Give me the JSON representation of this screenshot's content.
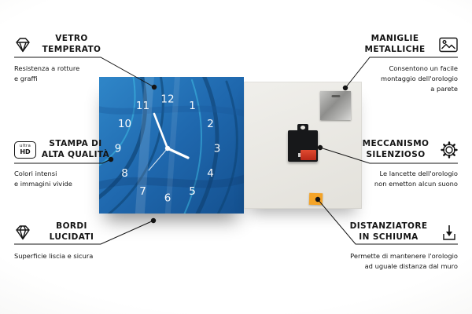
{
  "clock": {
    "numerals": [
      "1",
      "2",
      "3",
      "4",
      "5",
      "6",
      "7",
      "8",
      "9",
      "10",
      "11",
      "12"
    ]
  },
  "colors": {
    "clock_blue": "#1f68ae",
    "foam_orange": "#f4a428",
    "battery_red": "#c83020",
    "line_black": "#141414",
    "back_panel": "#e9e7e1"
  },
  "features": [
    {
      "id": "vetro-temperato",
      "icon": "diamond-icon",
      "title1": "VETRO",
      "title2": "TEMPERATO",
      "desc1": "Resistenza a rotture",
      "desc2": "e graffi"
    },
    {
      "id": "stampa-alta-qualita",
      "icon": "ultra-hd-icon",
      "icon_text1": "ultra",
      "icon_text2": "HD",
      "title1": "STAMPA DI",
      "title2": "ALTA QUALITÀ",
      "desc1": "Colori intensi",
      "desc2": "e immagini vivide"
    },
    {
      "id": "bordi-lucidati",
      "icon": "gem-icon",
      "title1": "BORDI",
      "title2": "LUCIDATI",
      "desc1": "Superficie liscia e sicura"
    },
    {
      "id": "maniglie-metalliche",
      "icon": "picture-icon",
      "title1": "MANIGLIE",
      "title2": "METALLICHE",
      "desc1": "Consentono un facile",
      "desc2": "montaggio dell'orologio",
      "desc3": "a parete"
    },
    {
      "id": "meccanismo-silenzioso",
      "icon": "gear-icon",
      "title1": "MECCANISMO",
      "title2": "SILENZIOSO",
      "desc1": "Le lancette dell'orologio",
      "desc2": "non emetton alcun suono"
    },
    {
      "id": "distanziatore-schiuma",
      "icon": "arrow-down-icon",
      "title1": "DISTANZIATORE",
      "title2": "IN SCHIUMA",
      "desc1": "Permette di mantenere l'orologio",
      "desc2": "ad uguale distanza dal muro"
    }
  ]
}
